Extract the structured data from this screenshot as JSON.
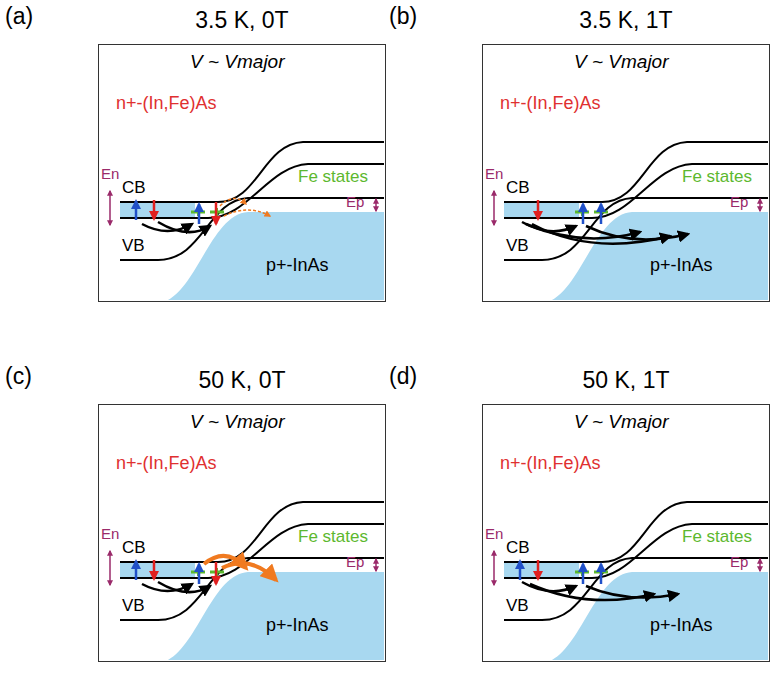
{
  "diagram": {
    "nodes": [
      {
        "text": [
          "3.5 K, 0T"
        ]
      },
      {
        "text": [
          "3.5 K, 1T"
        ]
      },
      {
        "text": [
          "50 K, 0T"
        ]
      },
      {
        "text": [
          "50 K, 1T"
        ]
      }
    ],
    "labels": [
      "(a)",
      "V ~ Vmajor",
      "n+-(In,Fe)As",
      "En",
      "CB",
      "Fe states",
      "Ep",
      "VB",
      "p+-InAs",
      "(b)",
      "V ~ Vmajor",
      "n+-(In,Fe)As",
      "En",
      "CB",
      "Fe states",
      "Ep",
      "VB",
      "p+-InAs",
      "(c)",
      "V ~ Vmajor",
      "n+-(In,Fe)As",
      "En",
      "CB",
      "Fe states",
      "Ep",
      "VB",
      "p+-InAs",
      "(d)",
      "V ~ Vmajor",
      "n+-(In,Fe)As",
      "En",
      "CB",
      "Fe states",
      "Ep",
      "VB",
      "p+-InAs"
    ]
  }
}
